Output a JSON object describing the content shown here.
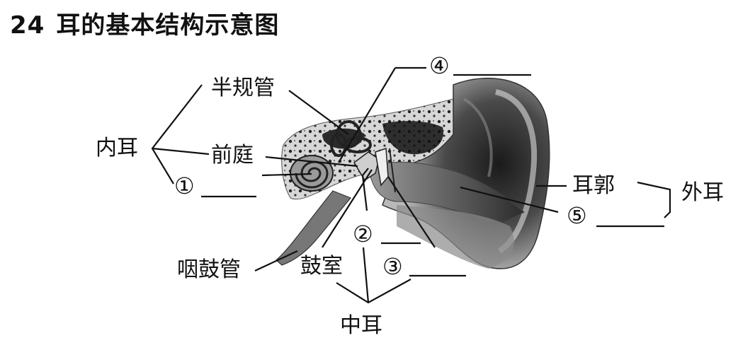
{
  "title": {
    "number": "24",
    "text": "耳的基本结构示意图"
  },
  "labels": {
    "semicircular_canals": "半规管",
    "inner_ear": "内耳",
    "vestibule": "前庭",
    "marker_1": "①",
    "eustachian_tube": "咽鼓管",
    "tympanic_cavity": "鼓室",
    "marker_2": "②",
    "marker_3": "③",
    "marker_4": "④",
    "marker_5": "⑤",
    "auricle": "耳郭",
    "outer_ear": "外耳",
    "middle_ear": "中耳"
  }
}
